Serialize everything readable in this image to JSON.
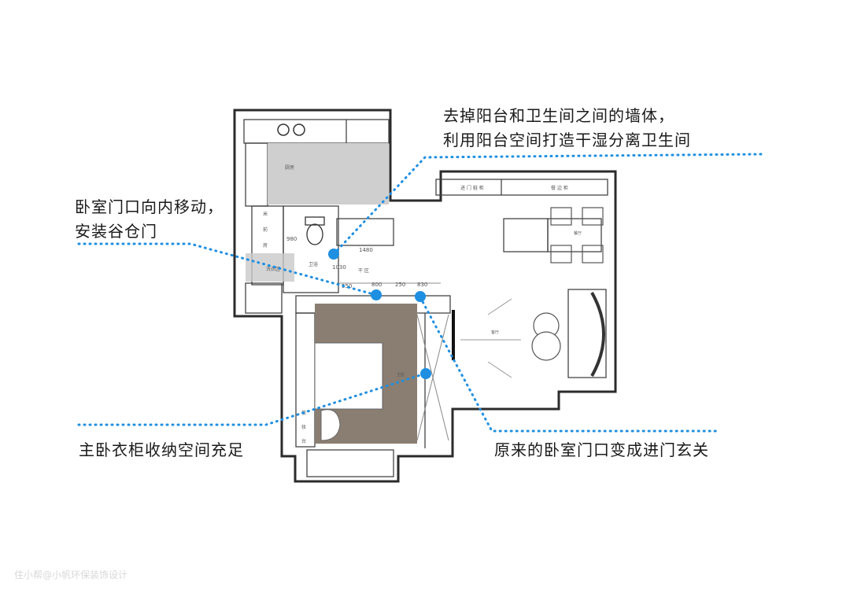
{
  "annotations": {
    "balcony_wall": {
      "line1": "去掉阳台和卫生间之间的墙体，",
      "line2": "利用阳台空间打造干湿分离卫生间"
    },
    "bedroom_door": {
      "line1": "卧室门口向内移动，",
      "line2": "安装谷仓门"
    },
    "wardrobe": {
      "line1": "主卧衣柜收纳空间充足"
    },
    "entrance": {
      "line1": "原来的卧室门口变成进门玄关"
    }
  },
  "plan_labels": {
    "kitchen": "厨房",
    "bathroom": "卫浴",
    "laundry": "洗衣区",
    "storage_v1": "米",
    "storage_v2": "前",
    "storage_v3": "房",
    "entry_cabinet": "进 门 鞋 柜",
    "display_cabinet": "餐 边 柜",
    "dining": "餐厅",
    "living": "客厅",
    "master_bedroom": "主卧",
    "dry_area": "干 区",
    "vanity_v1": "梳",
    "vanity_v2": "妆",
    "vanity_v3": "台"
  },
  "dimensions": {
    "d1480": "1480",
    "d1030": "1030",
    "d980": "980",
    "d550": "550",
    "d800": "800",
    "d250": "250",
    "d830": "830"
  },
  "watermark": "住小帮@小帆环保装饰设计",
  "colors": {
    "marker": "#1e8fe1",
    "wall": "#2b2b2b",
    "bed_floor": "#8a7e72",
    "kitchen_floor": "#cfcfcf"
  }
}
